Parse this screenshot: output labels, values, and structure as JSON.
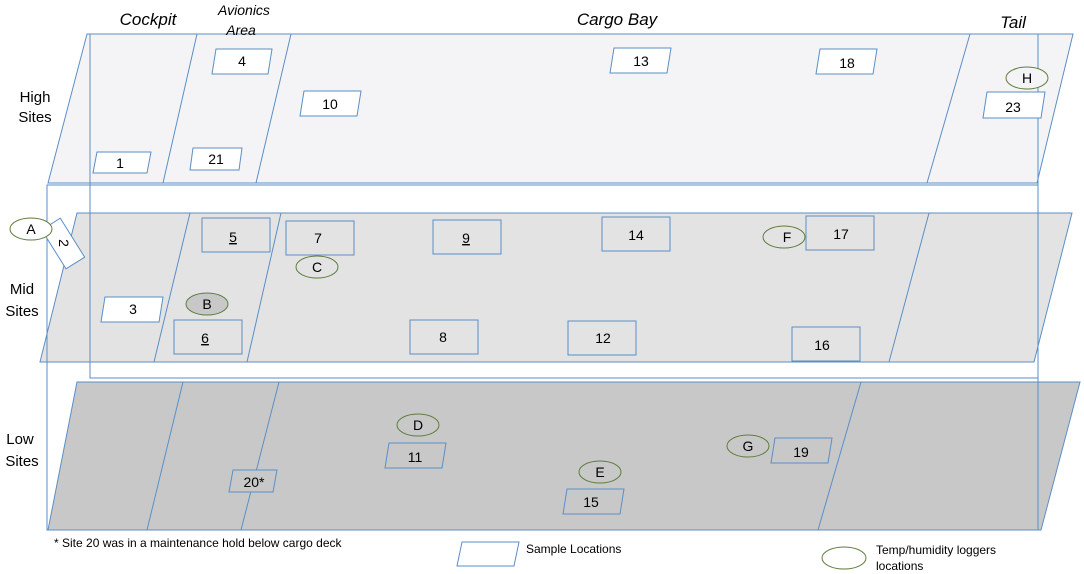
{
  "sections": {
    "cockpit": "Cockpit",
    "avionics_line1": "Avionics",
    "avionics_line2": "Area",
    "cargo_bay": "Cargo Bay",
    "tail": "Tail"
  },
  "levels": {
    "high_line1": "High",
    "high_line2": "Sites",
    "mid_line1": "Mid",
    "mid_line2": "Sites",
    "low_line1": "Low",
    "low_line2": "Sites"
  },
  "samples": [
    "1",
    "2",
    "3",
    "4",
    "5",
    "6",
    "7",
    "8",
    "9",
    "10",
    "11",
    "12",
    "13",
    "14",
    "15",
    "16",
    "17",
    "18",
    "19",
    "20*",
    "21",
    "23"
  ],
  "loggers": [
    "A",
    "B",
    "C",
    "D",
    "E",
    "F",
    "G",
    "H"
  ],
  "footnote": "* Site 20 was in a maintenance hold below cargo deck",
  "legend": {
    "sample_label": "Sample Locations",
    "logger_label_line1": "Temp/humidity loggers",
    "logger_label_line2": "locations"
  }
}
